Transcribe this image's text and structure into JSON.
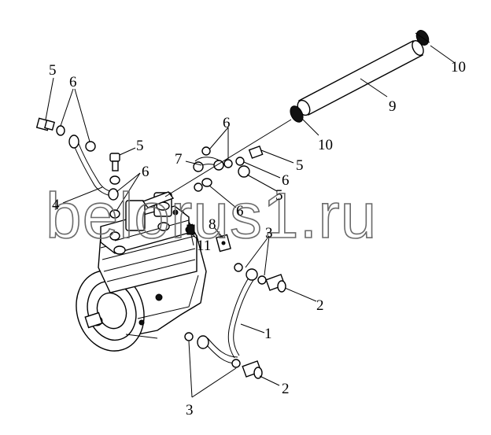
{
  "watermark": "belorus1.ru",
  "callouts": {
    "c1": "1",
    "c2a": "2",
    "c2b": "2",
    "c3a": "3",
    "c3b": "3",
    "c4": "4",
    "c5a": "5",
    "c5b": "5",
    "c5c": "5",
    "c5d": "5",
    "c6a": "6",
    "c6b": "6",
    "c6c": "6",
    "c6d": "6",
    "c6e": "6",
    "c7": "7",
    "c8": "8",
    "c9": "9",
    "c10a": "10",
    "c10b": "10",
    "c11": "11"
  }
}
